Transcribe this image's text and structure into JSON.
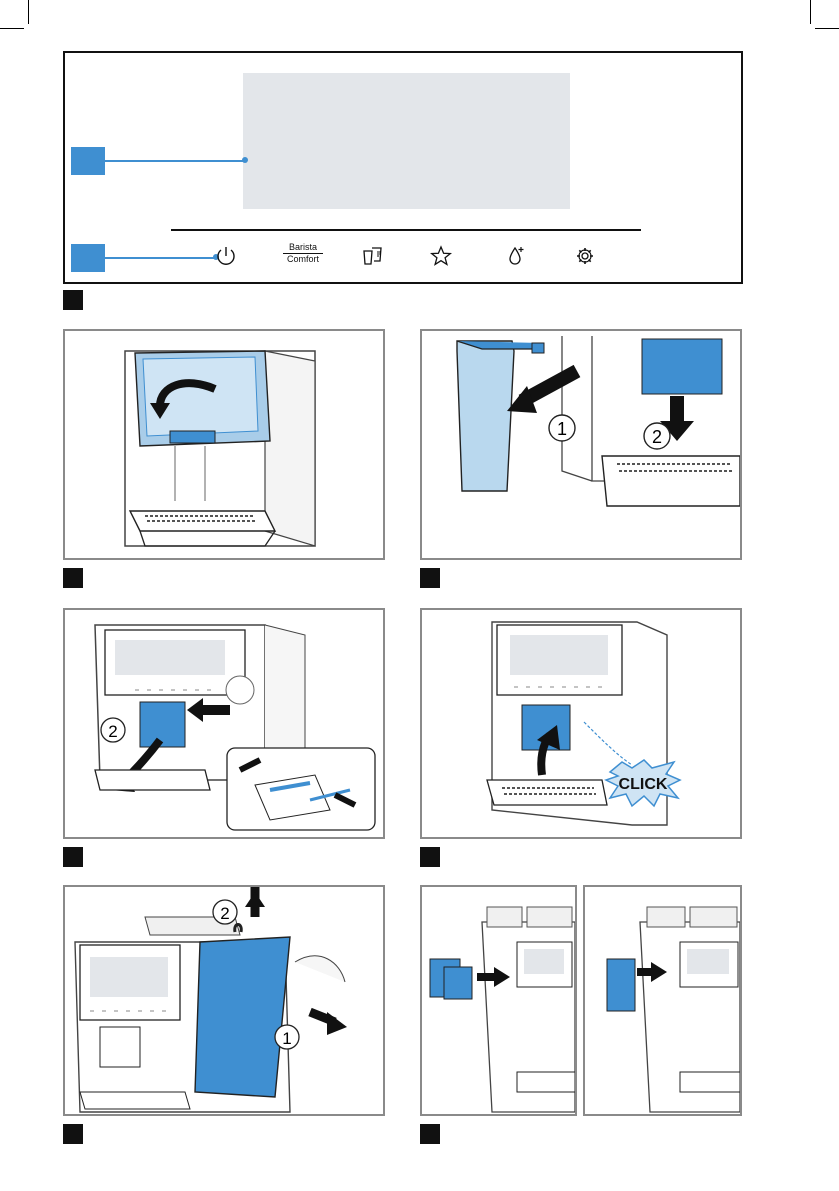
{
  "control_panel": {
    "controls": [
      {
        "icon": "power-icon"
      },
      {
        "label_top": "Barista",
        "label_bottom": "Comfort"
      },
      {
        "icon": "cups-icon"
      },
      {
        "icon": "star-icon"
      },
      {
        "icon": "water-drop-icon"
      },
      {
        "icon": "gear-icon"
      }
    ]
  },
  "steps": {
    "step2": {
      "markers": [
        "1",
        "2"
      ]
    },
    "step3": {
      "markers": [
        "2"
      ]
    },
    "step4": {
      "click_label": "CLICK"
    },
    "step5": {
      "markers": [
        "2",
        "1"
      ]
    }
  },
  "colors": {
    "accent": "#3f8fd1",
    "line": "#111111",
    "frame": "#8a8a8a"
  }
}
